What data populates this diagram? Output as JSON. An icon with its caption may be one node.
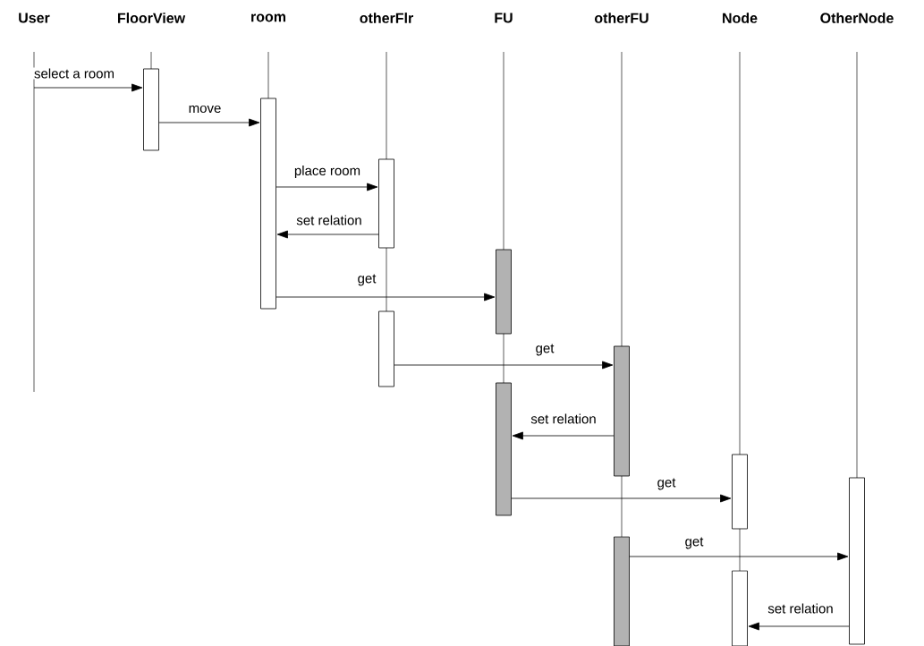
{
  "diagram": {
    "nodes": [
      {
        "text": [
          "User"
        ]
      },
      {
        "text": [
          "FloorView"
        ]
      },
      {
        "text": [
          "room"
        ]
      },
      {
        "text": [
          "otherFlr"
        ]
      },
      {
        "text": [
          "FU"
        ]
      },
      {
        "text": [
          "otherFU"
        ]
      },
      {
        "text": [
          "Node"
        ]
      },
      {
        "text": [
          "OtherNode"
        ]
      },
      {
        "text": [],
        "shape": "bar"
      },
      {
        "text": [],
        "shape": "bar"
      },
      {
        "text": [],
        "shape": "bar"
      },
      {
        "text": [],
        "shape": "bar"
      },
      {
        "text": [],
        "shape": "bar"
      },
      {
        "text": [],
        "shape": "bar"
      },
      {
        "text": [],
        "shape": "bar"
      },
      {
        "text": [],
        "shape": "bar"
      },
      {
        "text": [],
        "shape": "bar"
      },
      {
        "text": [],
        "shape": "bar"
      },
      {
        "text": [],
        "shape": "bar"
      }
    ],
    "edges": [
      {
        "from": null,
        "to": 8,
        "arrow": "to",
        "label": "select a room"
      },
      {
        "from": 8,
        "to": 9,
        "arrow": "to",
        "label": "move"
      },
      {
        "from": 9,
        "to": 10,
        "arrow": "to",
        "label": "place room"
      },
      {
        "from": 10,
        "to": 9,
        "arrow": "to",
        "label": "set relation"
      },
      {
        "from": 9,
        "to": 11,
        "arrow": "to",
        "label": "get"
      },
      {
        "from": 12,
        "to": 13,
        "arrow": "to",
        "label": "get"
      },
      {
        "from": 13,
        "to": 14,
        "arrow": "to",
        "label": "set relation"
      },
      {
        "from": 14,
        "to": 15,
        "arrow": "to",
        "label": "get"
      },
      {
        "from": 17,
        "to": 16,
        "arrow": "to",
        "label": "get"
      },
      {
        "from": 16,
        "to": 18,
        "arrow": "to",
        "label": "set relation"
      }
    ]
  }
}
